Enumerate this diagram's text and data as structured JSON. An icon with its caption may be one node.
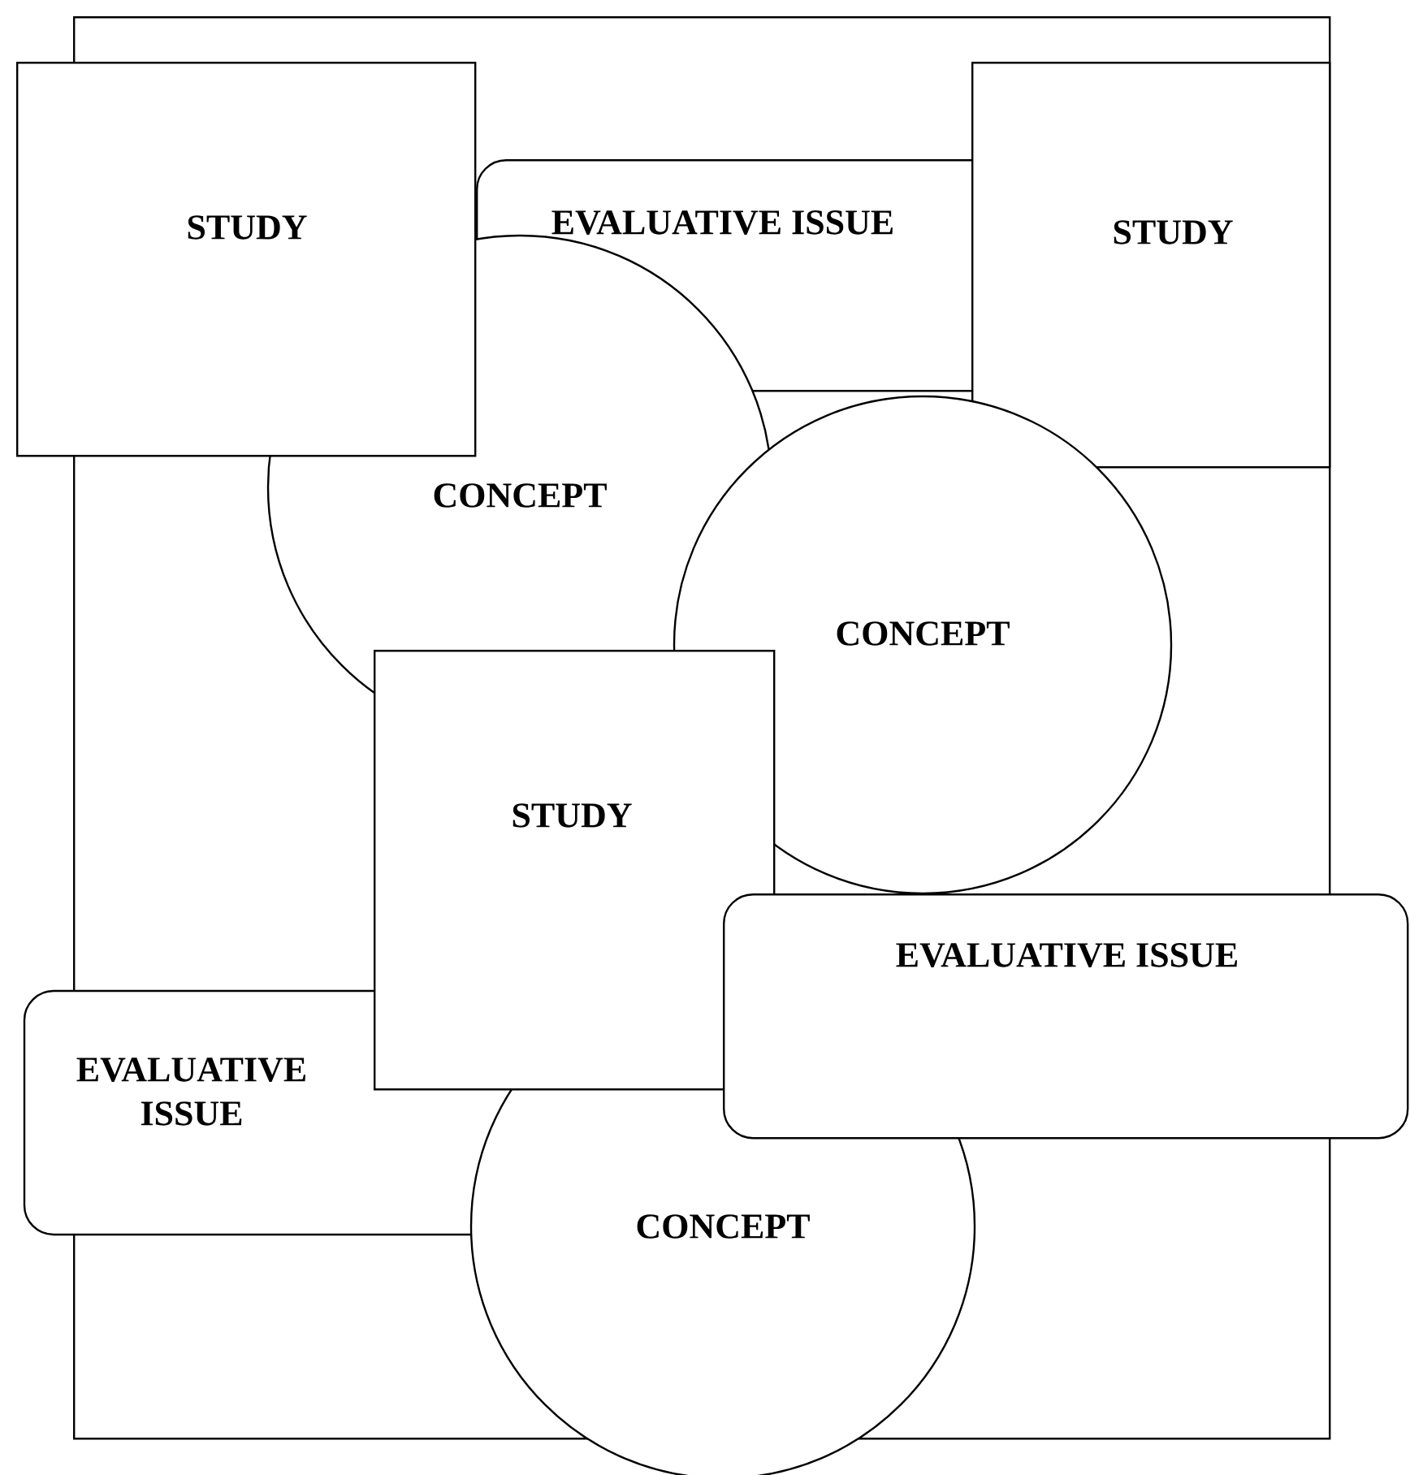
{
  "diagram": {
    "nodes": [
      {
        "text": [],
        "shape": "box"
      },
      {
        "text": [
          "EVALUATIVE ISSUE"
        ],
        "in": 0
      },
      {
        "text": [
          "CONCEPT"
        ],
        "in": 0
      },
      {
        "text": [
          "STUDY"
        ]
      },
      {
        "text": [
          "STUDY"
        ],
        "in": 0
      },
      {
        "text": [
          "CONCEPT"
        ],
        "in": 0
      },
      {
        "text": [
          "EVALUATIVE ISSUE"
        ]
      },
      {
        "text": [
          "CONCEPT"
        ]
      },
      {
        "text": [
          "STUDY"
        ],
        "in": 0
      },
      {
        "text": [
          "EVALUATIVE ISSUE"
        ]
      }
    ],
    "edges": []
  }
}
